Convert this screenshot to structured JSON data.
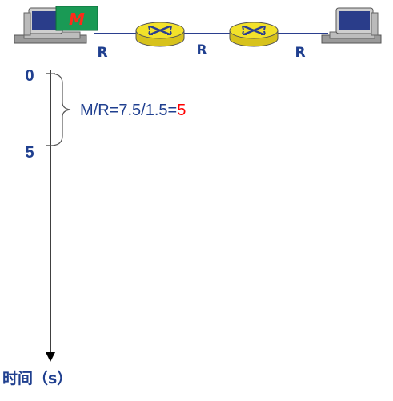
{
  "network": {
    "packet_label": "M",
    "link_labels": [
      "R",
      "R",
      "R"
    ]
  },
  "timeline": {
    "tick_start": "0",
    "tick_end": "5",
    "formula_prefix": "M/R=7.5/1.5=",
    "formula_result": "5",
    "axis_label": "时间（s）"
  },
  "colors": {
    "text": "#1f3f8f",
    "highlight": "#ff0000",
    "packet_bg": "#1a9a55",
    "router_fill": "#f2e12a"
  }
}
